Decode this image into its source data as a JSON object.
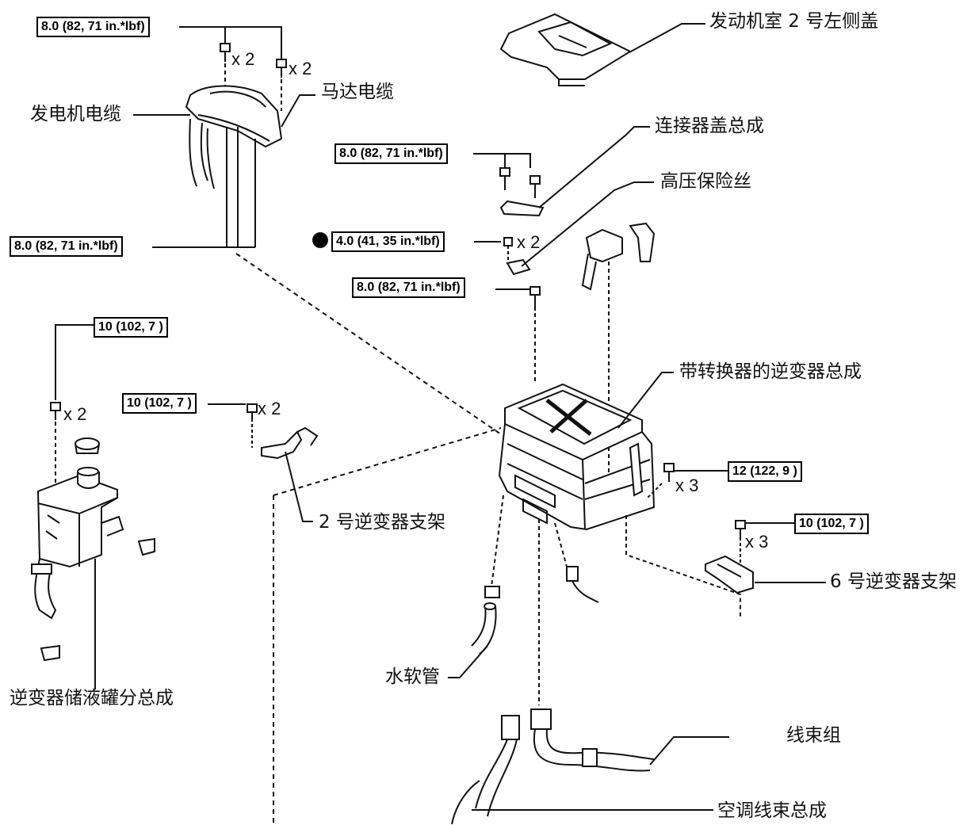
{
  "labels": {
    "engine_cover": "发动机室 2 号左侧盖",
    "motor_cable": "马达电缆",
    "generator_cable": "发电机电缆",
    "connector_cover": "连接器盖总成",
    "hv_fuse": "高压保险丝",
    "inverter_assy": "带转换器的逆变器总成",
    "bracket_2": "2 号逆变器支架",
    "bracket_6": "6 号逆变器支架",
    "reservoir": "逆变器储液罐分总成",
    "water_hose": "水软管",
    "wire_harness": "线束组",
    "ac_harness": "空调线束总成"
  },
  "torques": {
    "t1": "8.0 (82, 71 in.*lbf)",
    "t2": "8.0 (82, 71 in.*lbf)",
    "t3": "8.0 (82, 71 in.*lbf)",
    "t4": "4.0 (41, 35 in.*lbf)",
    "t5": "8.0 (82, 71 in.*lbf)",
    "t6": "10 (102, 7 )",
    "t7": "10 (102, 7 )",
    "t8": "12 (122, 9 )",
    "t9": "10 (102, 7 )"
  },
  "quantities": {
    "q1": "x 2",
    "q2": "x 2",
    "q3": "x 2",
    "q4": "x 2",
    "q5": "x 2",
    "q6": "x 3",
    "q7": "x 3"
  },
  "colors": {
    "ink": "#111111",
    "background": "#ffffff"
  }
}
